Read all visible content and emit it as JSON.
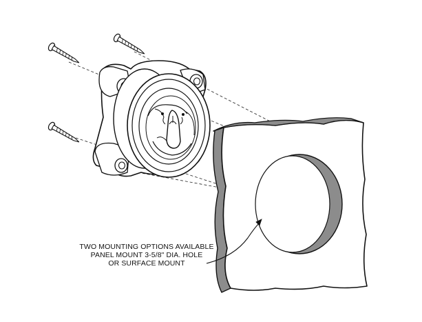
{
  "annotation": {
    "lines": [
      "TWO MOUNTING OPTIONS AVAILABLE",
      "PANEL MOUNT 3-5/8\" DIA.  HOLE",
      "OR SURFACE MOUNT"
    ]
  },
  "colors": {
    "ink": "#111111",
    "panel_edge": "#8c8c8c",
    "hole_wall": "#8c8c8c",
    "background": "#ffffff"
  },
  "parts": {
    "screw_count": 3,
    "icons": [
      "screw-icon",
      "switch-body-icon",
      "wall-panel-icon",
      "mounting-hole-icon"
    ]
  }
}
